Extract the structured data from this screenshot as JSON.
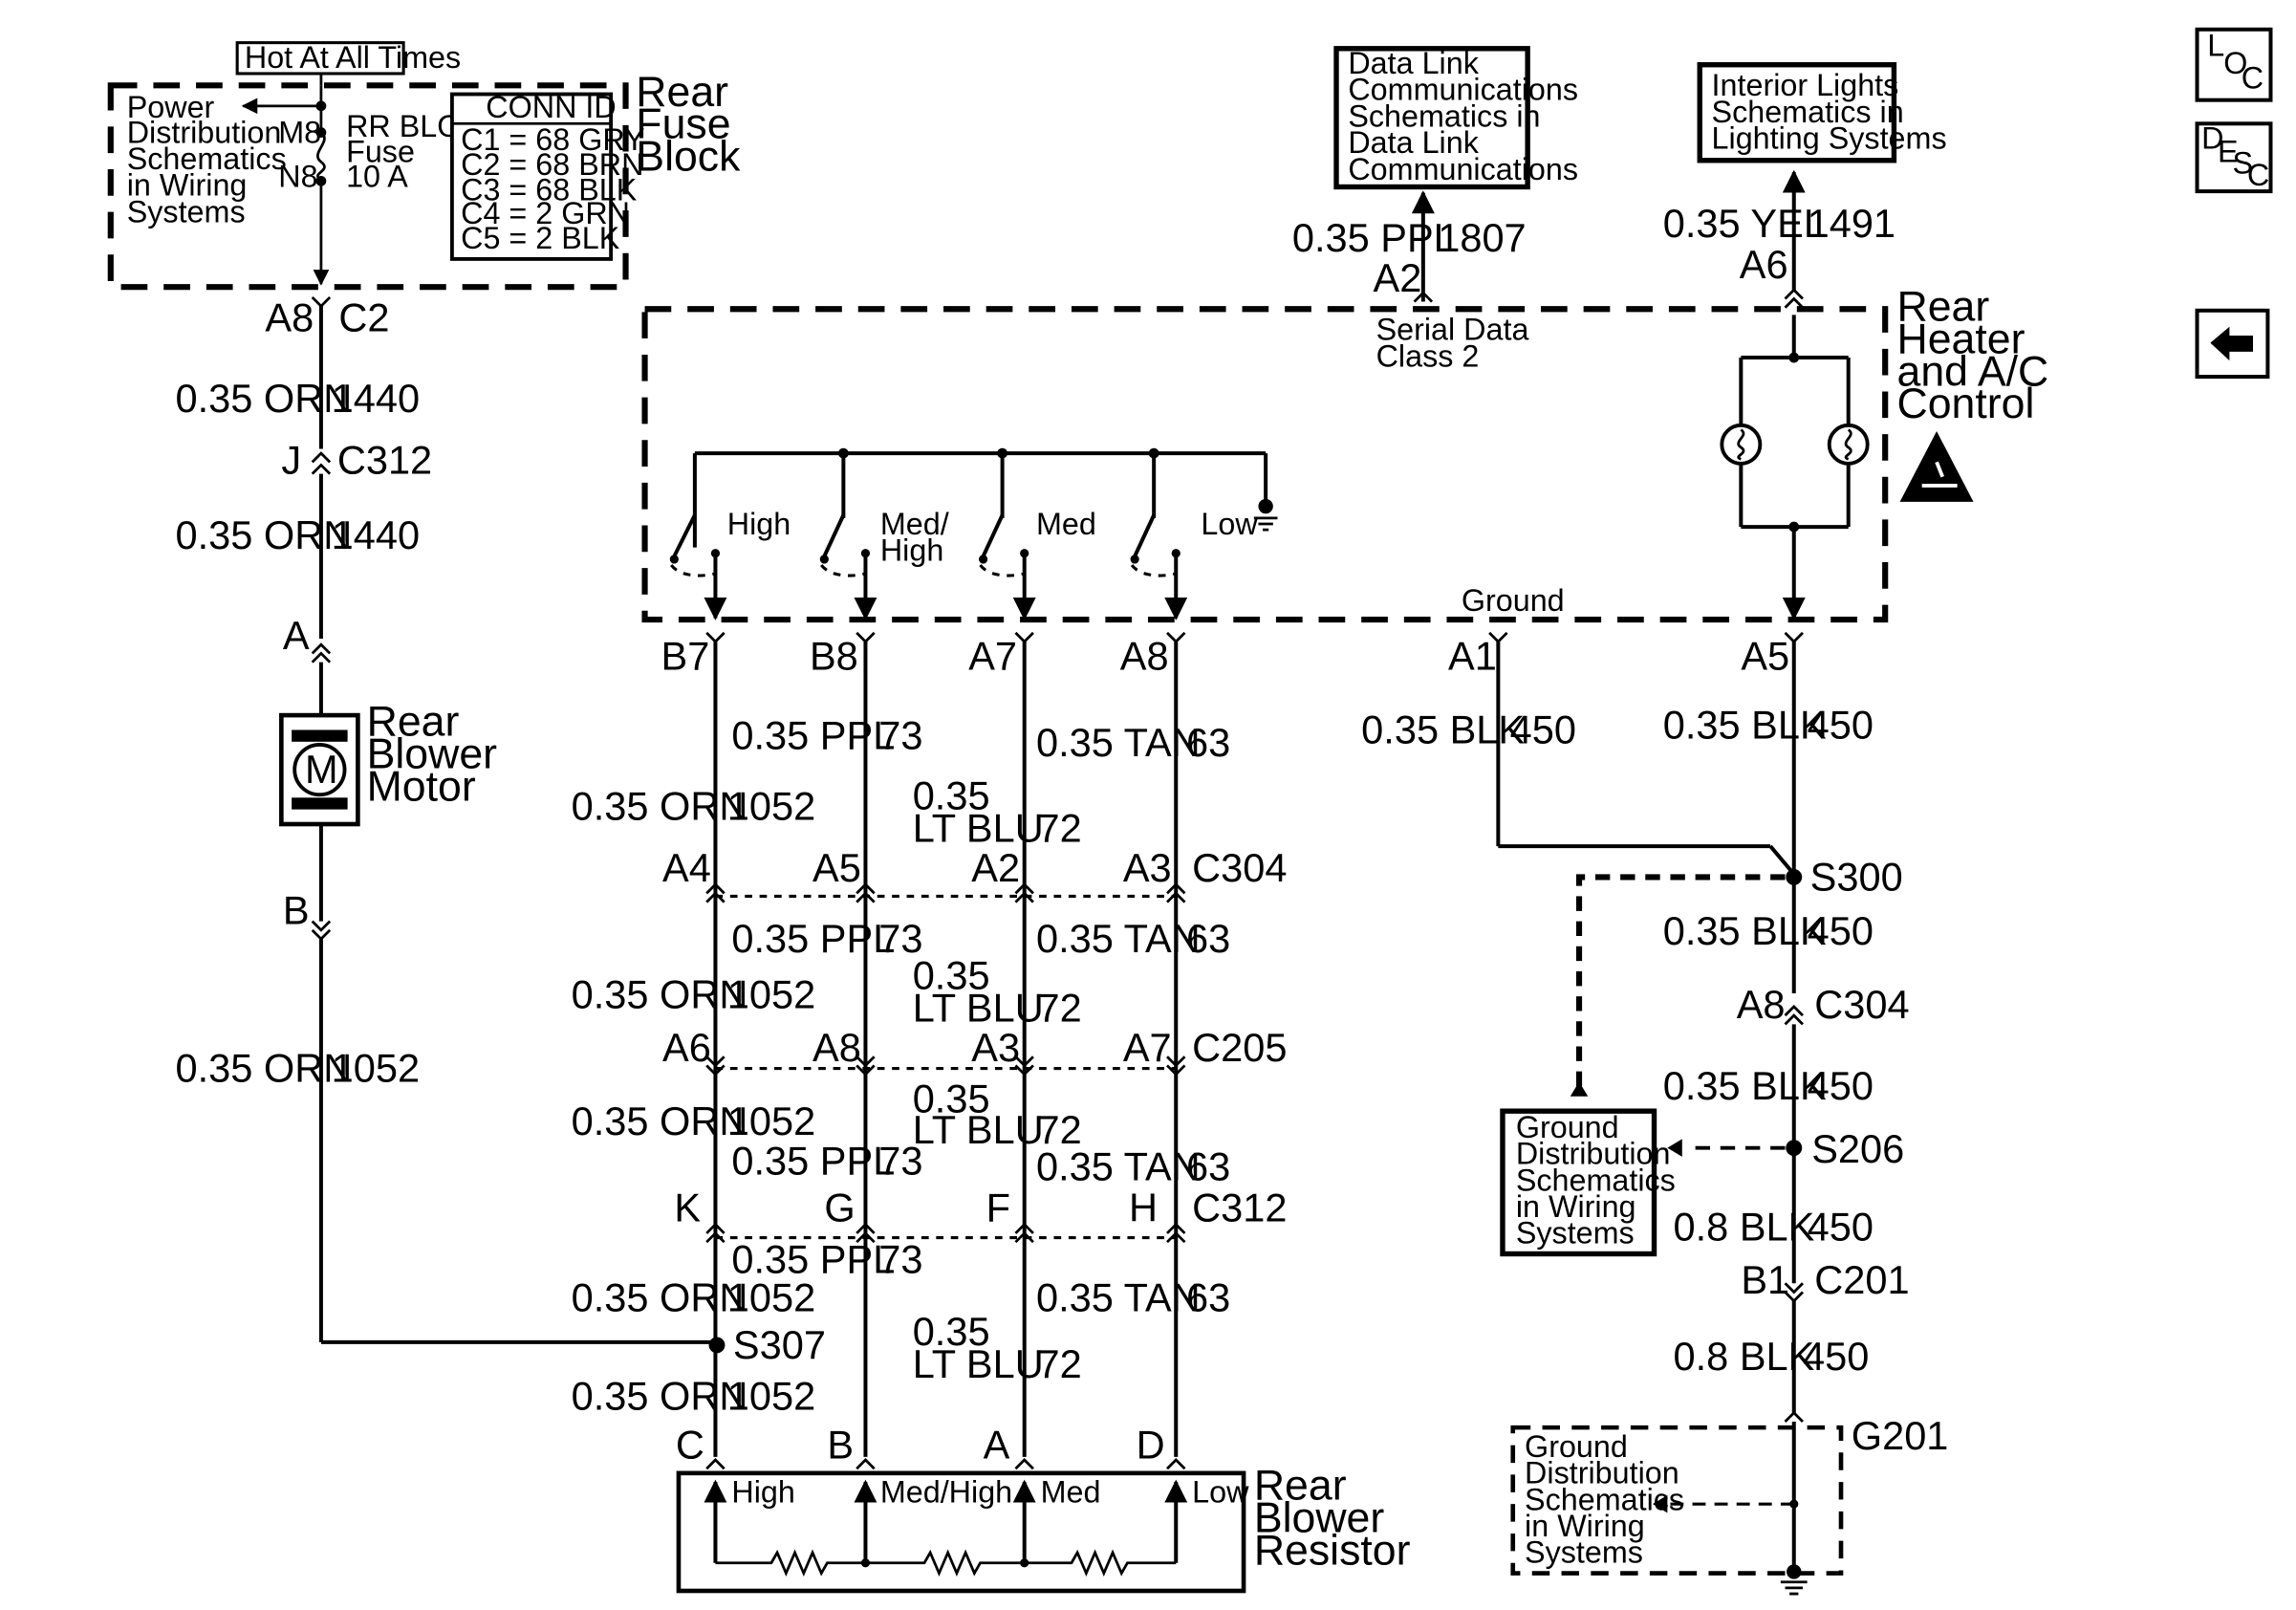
{
  "navigation": {
    "loc_letters": [
      "L",
      "O",
      "C"
    ],
    "desc_letters": [
      "D",
      "E",
      "S",
      "C"
    ],
    "back_icon": "left-arrow-icon"
  },
  "fuse_block": {
    "hot_label": "Hot At All Times",
    "title_line1": "Rear",
    "title_line2": "Fuse",
    "title_line3": "Block",
    "power_ref": [
      "Power",
      "Distribution",
      "Schematics",
      "in Wiring",
      "Systems"
    ],
    "pin_in": "M8",
    "pin_out": "N8",
    "fuse_label": [
      "RR BLO",
      "Fuse",
      "10 A"
    ],
    "conn_id_title": "CONN ID",
    "conn_ids": [
      "C1 = 68 GRY",
      "C2 = 68 BRN",
      "C3 = 68 BLK",
      "C4 = 2 GRN",
      "C5 = 2 BLK"
    ]
  },
  "left_circuit": {
    "term1_pin": "A8",
    "term1_conn": "C2",
    "wire1_gauge": "0.35 ORN",
    "wire1_circuit": "1440",
    "c312_pin": "J",
    "c312_conn": "C312",
    "wire2_gauge": "0.35 ORN",
    "wire2_circuit": "1440",
    "motor_pin_a": "A",
    "motor_symbol": "M",
    "motor_title": [
      "Rear",
      "Blower",
      "Motor"
    ],
    "motor_pin_b": "B",
    "wire3_gauge": "0.35 ORN",
    "wire3_circuit": "1052"
  },
  "top_refs": {
    "data_link_box": [
      "Data Link",
      "Communications",
      "Schematics in",
      "Data Link",
      "Communications"
    ],
    "dl_wire_gauge": "0.35 PPL",
    "dl_wire_circuit": "1807",
    "dl_pin": "A2",
    "serial_data": [
      "Serial Data",
      "Class 2"
    ],
    "interior_box": [
      "Interior Lights",
      "Schematics in",
      "Lighting Systems"
    ],
    "il_wire_gauge": "0.35 YEL",
    "il_wire_circuit": "1491",
    "il_pin": "A6"
  },
  "control": {
    "title": [
      "Rear",
      "Heater",
      "and A/C",
      "Control"
    ],
    "switch_labels": [
      "High",
      "Med/",
      "High",
      "Med",
      "Low"
    ],
    "ground_label": "Ground",
    "pins": [
      "B7",
      "B8",
      "A7",
      "A8",
      "A1",
      "A5"
    ]
  },
  "harness": {
    "row1": {
      "orn_gauge": "0.35 ORN",
      "orn_circuit": "1052",
      "ppl_gauge": "0.35 PPL",
      "ppl_circuit": "73",
      "blu_gauge_1": "0.35",
      "blu_gauge_2": "LT BLU",
      "blu_circuit": "72",
      "tan_gauge": "0.35 TAN",
      "tan_circuit": "63"
    },
    "c304": {
      "pins": [
        "A4",
        "A5",
        "A2",
        "A3"
      ],
      "conn": "C304"
    },
    "row2": {
      "orn_gauge": "0.35 ORN",
      "orn_circuit": "1052",
      "ppl_gauge": "0.35 PPL",
      "ppl_circuit": "73",
      "blu_gauge_1": "0.35",
      "blu_gauge_2": "LT BLU",
      "blu_circuit": "72",
      "tan_gauge": "0.35 TAN",
      "tan_circuit": "63"
    },
    "c205": {
      "pins": [
        "A6",
        "A8",
        "A3",
        "A7"
      ],
      "conn": "C205"
    },
    "row3": {
      "orn_gauge": "0.35 ORN",
      "orn_circuit": "1052",
      "ppl_gauge": "0.35 PPL",
      "ppl_circuit": "73",
      "blu_gauge_1": "0.35",
      "blu_gauge_2": "LT BLU",
      "blu_circuit": "72",
      "tan_gauge": "0.35 TAN",
      "tan_circuit": "63"
    },
    "c312": {
      "pins": [
        "K",
        "G",
        "F",
        "H"
      ],
      "conn": "C312"
    },
    "row4": {
      "orn_gauge": "0.35 ORN",
      "orn_circuit": "1052",
      "ppl_gauge": "0.35 PPL",
      "ppl_circuit": "73",
      "blu_gauge_1": "0.35",
      "blu_gauge_2": "LT BLU",
      "blu_circuit": "72",
      "tan_gauge": "0.35 TAN",
      "tan_circuit": "63"
    },
    "splice": "S307",
    "row5": {
      "orn_gauge": "0.35 ORN",
      "orn_circuit": "1052"
    }
  },
  "resistor": {
    "pins": [
      "C",
      "B",
      "A",
      "D"
    ],
    "taps": [
      "High",
      "Med/High",
      "Med",
      "Low"
    ],
    "title": [
      "Rear",
      "Blower",
      "Resistor"
    ]
  },
  "ground_path": {
    "a1_gauge": "0.35 BLK",
    "a1_circuit": "450",
    "a5_gauge": "0.35 BLK",
    "a5_circuit": "450",
    "s300": "S300",
    "w2_gauge": "0.35 BLK",
    "w2_circuit": "450",
    "c304_pin": "A8",
    "c304_conn": "C304",
    "w3_gauge": "0.35 BLK",
    "w3_circuit": "450",
    "s206": "S206",
    "gnd_box": [
      "Ground",
      "Distribution",
      "Schematics",
      "in Wiring",
      "Systems"
    ],
    "w4_gauge": "0.8 BLK",
    "w4_circuit": "450",
    "c201_pin": "B1",
    "c201_conn": "C201",
    "w5_gauge": "0.8 BLK",
    "w5_circuit": "450",
    "g201": "G201",
    "g201_box": [
      "Ground",
      "Distribution",
      "Schematics",
      "in Wiring",
      "Systems"
    ]
  }
}
